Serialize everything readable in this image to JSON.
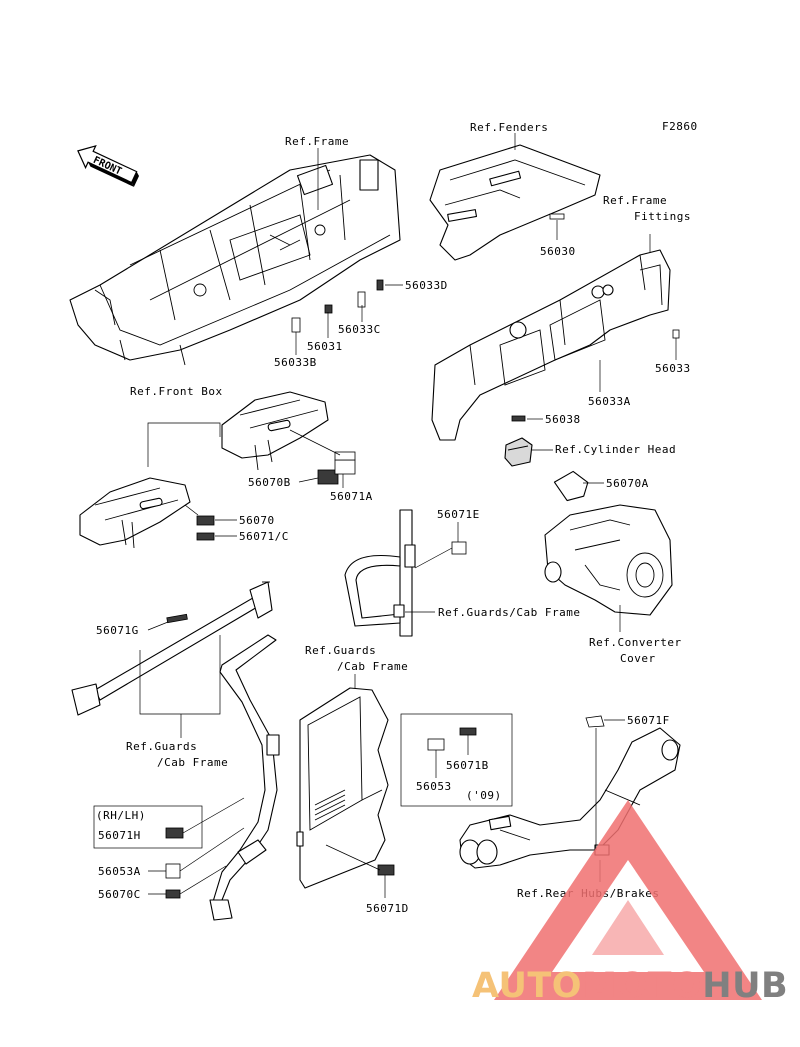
{
  "diagram": {
    "figure_code": "F2860",
    "front_marker": "FRONT",
    "part_labels": {
      "p56033D": "56033D",
      "p56031": "56031",
      "p56033C": "56033C",
      "p56033B": "56033B",
      "p56030": "56030",
      "p56033": "56033",
      "p56033A": "56033A",
      "p56038": "56038",
      "p56070A": "56070A",
      "p56070B": "56070B",
      "p56071A": "56071A",
      "p56070": "56070",
      "p56071C": "56071/C",
      "p56071E": "56071E",
      "p56071G": "56071G",
      "p56071F": "56071F",
      "p56071B": "56071B",
      "p56053": "56053",
      "p56071H": "56071H",
      "p56053A": "56053A",
      "p56070C": "56070C",
      "p56071D": "56071D"
    },
    "ref_labels": {
      "frame": "Ref.Frame",
      "fenders": "Ref.Fenders",
      "frame_fittings_1": "Ref.Frame",
      "frame_fittings_2": "Fittings",
      "front_box": "Ref.Front Box",
      "cylinder_head": "Ref.Cylinder Head",
      "guards_cab_1": "Ref.Guards/Cab Frame",
      "converter_1": "Ref.Converter",
      "converter_2": "Cover",
      "guards_left_1": "Ref.Guards",
      "guards_left_2": "/Cab Frame",
      "guards_door_1": "Ref.Guards",
      "guards_door_2": "/Cab Frame",
      "rear_hubs": "Ref.Rear Hubs/Brakes"
    },
    "notes": {
      "rh_lh": "(RH/LH)",
      "year_09": "('09)"
    }
  },
  "watermark": {
    "part1": "AUTO",
    "part2": "MOTO",
    "part3": "HUB",
    "colors": {
      "orange": "#f4b860",
      "red": "#f07070",
      "gray": "#6a6a6a",
      "triangle": "#f07070"
    }
  }
}
